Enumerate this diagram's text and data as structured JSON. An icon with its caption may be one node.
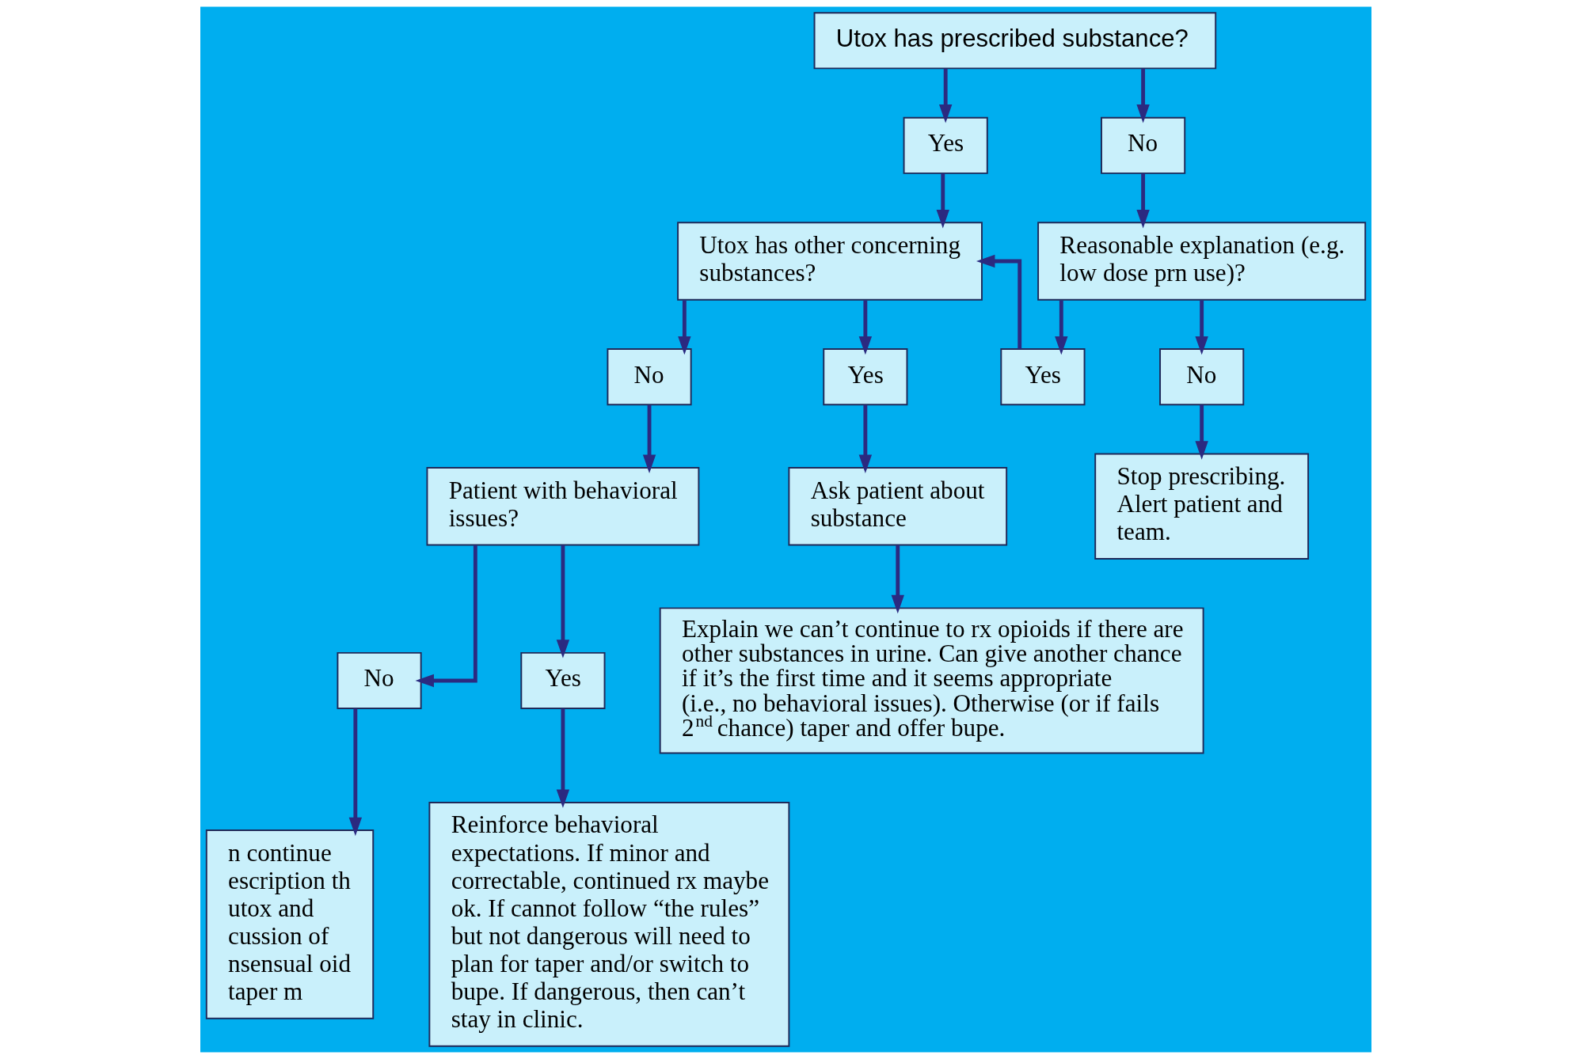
{
  "diagram": {
    "nodes": [
      {
        "text": [
          "Utox has prescribed substance?"
        ]
      },
      {
        "text": [
          "Yes"
        ]
      },
      {
        "text": [
          "No"
        ]
      },
      {
        "text": [
          "Utox has other concerning substances?"
        ]
      },
      {
        "text": [
          "Reasonable explanation (e.g. low dose prn use)?"
        ]
      },
      {
        "text": [
          "No"
        ]
      },
      {
        "text": [
          "Yes"
        ]
      },
      {
        "text": [
          "Yes"
        ]
      },
      {
        "text": [
          "No"
        ]
      },
      {
        "text": [
          "Patient with behavioral issues?"
        ]
      },
      {
        "text": [
          "Ask patient about substance"
        ]
      },
      {
        "text": [
          "Stop prescribing. Alert patient and team."
        ]
      },
      {
        "text": [
          "No"
        ]
      },
      {
        "text": [
          "Yes"
        ]
      },
      {
        "text": [
          "Explain we can’t continue to rx opioids if there are other substances in urine. Can give another chance if it’s the first time and it seems appropriate (i.e., no behavioral issues). Otherwise (or if fails 2$^{nd}$ chance) taper and offer bupe."
        ]
      },
      {
        "text": [
          "n continue escription th utox and cussion of nsensual oid taper m"
        ]
      },
      {
        "text": [
          "Reinforce behavioral expectations. If minor and correctable, continued rx maybe ok. If cannot follow “the rules” but not dangerous will need to plan for taper and/or switch to bupe. If dangerous, then can’t stay in clinic."
        ]
      }
    ],
    "edges": [
      {
        "from": 0,
        "to": 1,
        "arrow": "to"
      },
      {
        "from": 0,
        "to": 2,
        "arrow": "to"
      },
      {
        "from": 1,
        "to": 3,
        "arrow": "to"
      },
      {
        "from": 2,
        "to": 4,
        "arrow": "to"
      },
      {
        "from": 3,
        "to": 5,
        "arrow": "to"
      },
      {
        "from": 3,
        "to": 6,
        "arrow": "to"
      },
      {
        "from": 4,
        "to": 7,
        "arrow": "to"
      },
      {
        "from": 4,
        "to": 8,
        "arrow": "to"
      },
      {
        "from": 7,
        "to": 3,
        "arrow": "to"
      },
      {
        "from": 5,
        "to": 9,
        "arrow": "to"
      },
      {
        "from": 6,
        "to": 10,
        "arrow": "to"
      },
      {
        "from": 8,
        "to": 11,
        "arrow": "to"
      },
      {
        "from": 9,
        "to": 12,
        "arrow": "to"
      },
      {
        "from": 9,
        "to": 13,
        "arrow": "to"
      },
      {
        "from": 10,
        "to": 14,
        "arrow": "to"
      },
      {
        "from": 12,
        "to": 15,
        "arrow": "to"
      },
      {
        "from": 13,
        "to": 16,
        "arrow": "to"
      }
    ]
  }
}
